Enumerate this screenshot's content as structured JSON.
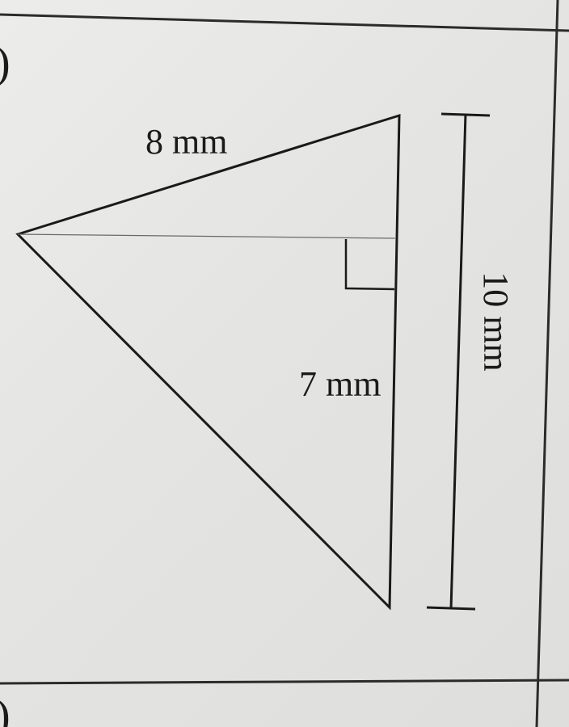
{
  "problem_top": {
    "marker": ")"
  },
  "problem_bottom": {
    "marker": ")"
  },
  "triangle": {
    "labels": {
      "slant_side": "8 mm",
      "altitude": "7 mm",
      "base_dimension": "10 mm"
    },
    "right_angle_marker": true
  }
}
